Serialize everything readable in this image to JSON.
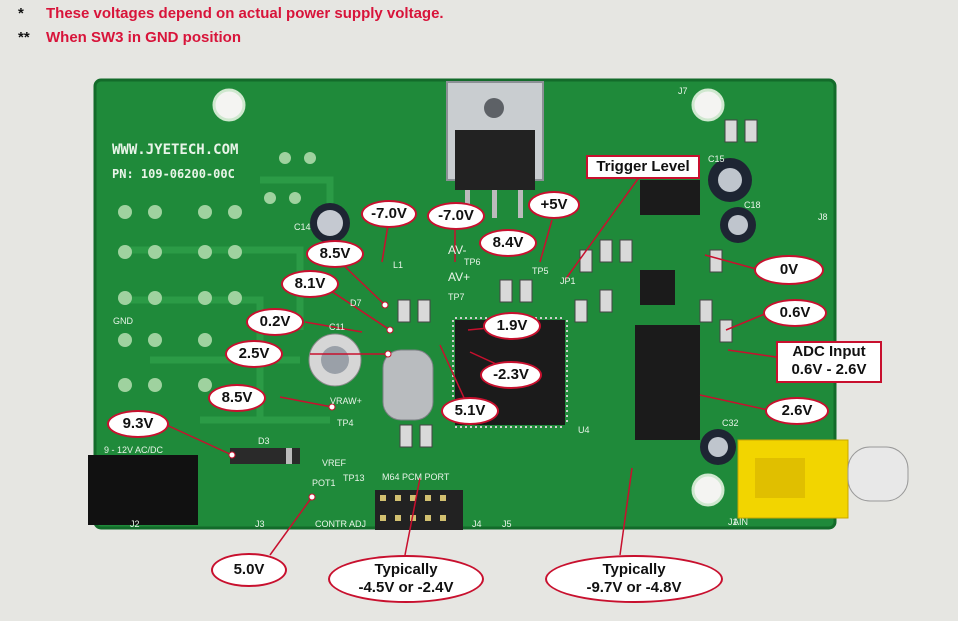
{
  "notes": [
    {
      "star": "*",
      "text": "These voltages depend on actual power supply voltage."
    },
    {
      "star": "**",
      "text": "When SW3 in GND position"
    }
  ],
  "silkscreen": {
    "url": "WWW.JYETECH.COM",
    "pn": "PN: 109-06200-00C",
    "gnd": "GND",
    "power_jack": "9 - 12V AC/DC",
    "vraw": "VRAW+",
    "vref": "VREF",
    "tp4": "TP4",
    "tp13": "TP13",
    "pot1": "POT1",
    "contr": "CONTR ADJ",
    "m64": "M64 PCM PORT",
    "j2": "J2",
    "j3": "J3",
    "j4": "J4",
    "j5": "J5",
    "j1": "J1",
    "j7": "J7",
    "j8": "J8",
    "u4": "U4",
    "d3": "D3",
    "av_minus": "AV-",
    "av_plus": "AV+",
    "tp6": "TP6",
    "tp5": "TP5",
    "tp7": "TP7",
    "d7": "D7",
    "c14": "C14",
    "c15": "C15",
    "c18": "C18",
    "c11": "C11",
    "c32": "C32",
    "l1": "L1",
    "jp1": "JP1",
    "ain": "AIN"
  },
  "labels": {
    "m7a": "-7.0V",
    "m7b": "-7.0V",
    "p5": "+5V",
    "v85a": "8.5V",
    "v84": "8.4V",
    "v81": "8.1V",
    "v02": "0.2V",
    "v25": "2.5V",
    "v85b": "8.5V",
    "v93": "9.3V",
    "v19": "1.9V",
    "m23": "-2.3V",
    "v51": "5.1V",
    "v0": "0V",
    "v06": "0.6V",
    "v26": "2.6V",
    "v50": "5.0V",
    "trigger": "Trigger Level",
    "adc_title": "ADC Input",
    "adc_range": "0.6V - 2.6V",
    "typ1_title": "Typically",
    "typ1_range": "-4.5V or -2.4V",
    "typ2_title": "Typically",
    "typ2_range": "-9.7V or -4.8V"
  },
  "colors": {
    "pcb": "#1f8a3a",
    "label_border": "#c8102e",
    "note_text": "#d8143a",
    "connector": "#f2d500"
  }
}
